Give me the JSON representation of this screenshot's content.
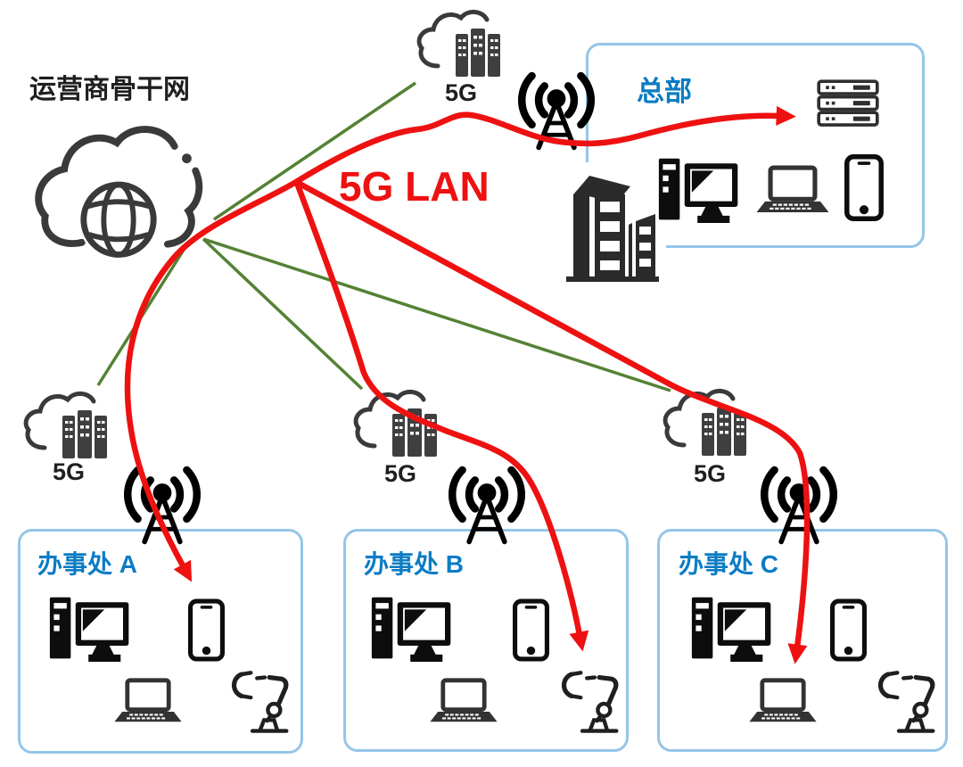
{
  "colors": {
    "red": "#ee1111",
    "green": "#548235",
    "label_blue": "#0b7cc4",
    "box_border": "#94c6e7",
    "icon_dark": "#3a3a3a"
  },
  "backbone": {
    "label": "运营商骨干网",
    "icon": "cloud-globe-icon"
  },
  "lan": {
    "label": "5G LAN"
  },
  "sites": {
    "hq": {
      "name": "总部",
      "cloud_label": "5G",
      "devices": [
        "server-stack",
        "office-building",
        "desktop-pc",
        "laptop",
        "smartphone"
      ]
    },
    "office_a": {
      "name": "办事处 A",
      "cloud_label": "5G",
      "devices": [
        "desktop-pc",
        "smartphone",
        "laptop",
        "robot-arm"
      ]
    },
    "office_b": {
      "name": "办事处 B",
      "cloud_label": "5G",
      "devices": [
        "desktop-pc",
        "smartphone",
        "laptop",
        "robot-arm"
      ]
    },
    "office_c": {
      "name": "办事处 C",
      "cloud_label": "5G",
      "devices": [
        "desktop-pc",
        "smartphone",
        "laptop",
        "robot-arm"
      ]
    }
  },
  "connections": {
    "backbone_links": [
      {
        "from": "运营商骨干网",
        "to": "总部 5G"
      },
      {
        "from": "运营商骨干网",
        "to": "办事处 A 5G"
      },
      {
        "from": "运营商骨干网",
        "to": "办事处 B 5G"
      },
      {
        "from": "运营商骨干网",
        "to": "办事处 C 5G"
      }
    ],
    "lan_flows": [
      {
        "label": "5G LAN",
        "to": "总部"
      },
      {
        "label": "5G LAN",
        "to": "办事处 A"
      },
      {
        "label": "5G LAN",
        "to": "办事处 B"
      },
      {
        "label": "5G LAN",
        "to": "办事处 C"
      }
    ]
  }
}
